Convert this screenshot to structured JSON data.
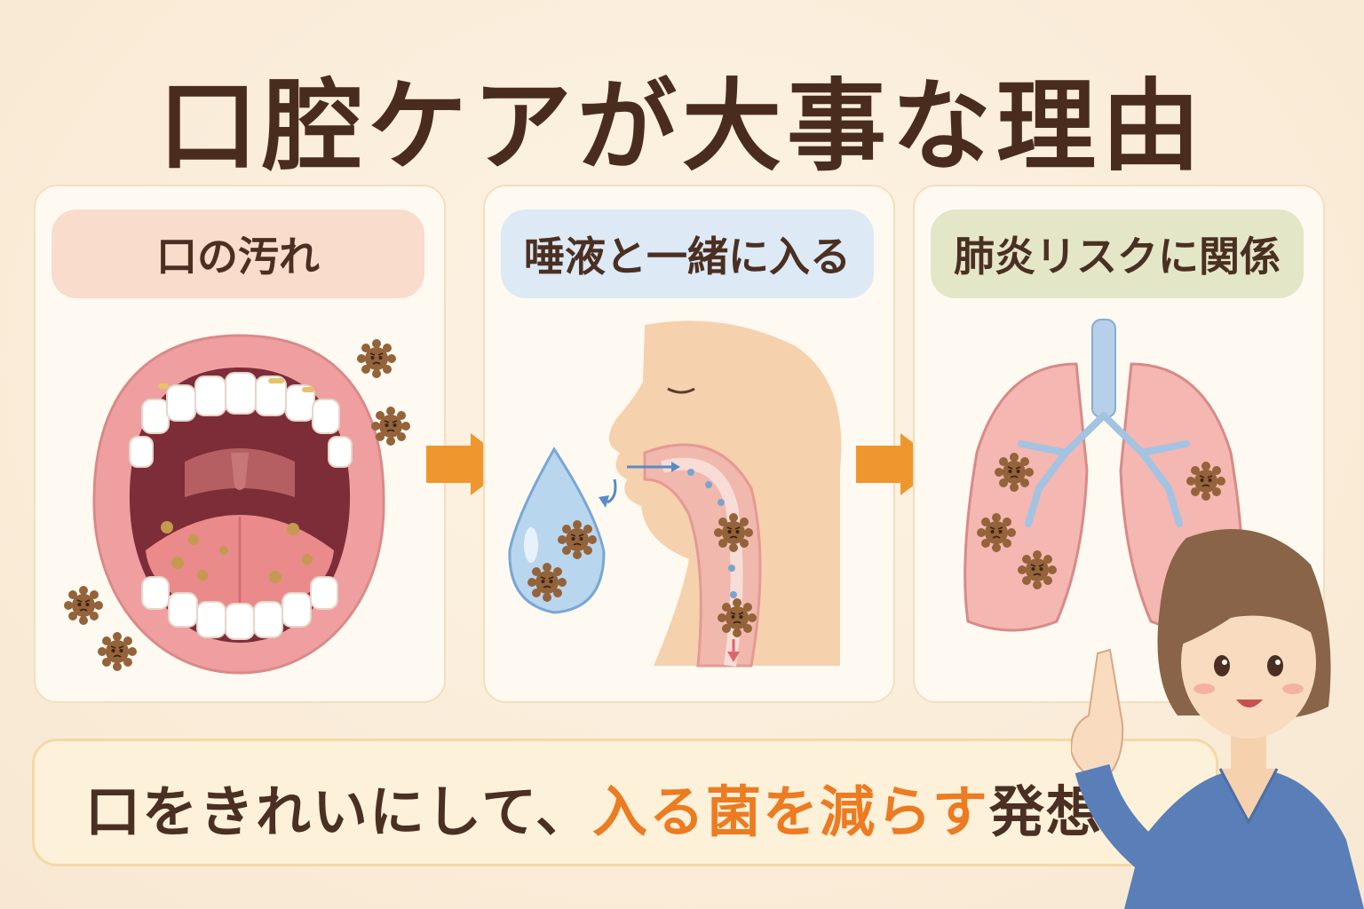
{
  "title": "口腔ケアが大事な理由",
  "panels": [
    {
      "label": "口の汚れ",
      "image": "mouth-with-plaque-and-germs"
    },
    {
      "label": "唾液と一緒に入る",
      "image": "saliva-droplet-entering-throat"
    },
    {
      "label": "肺炎リスクに関係",
      "image": "lungs-with-germs"
    }
  ],
  "arrows": [
    "arrow-right-icon",
    "arrow-right-icon"
  ],
  "bottom": {
    "part1": "口をきれいにして、",
    "highlight": "入る菌を減らす",
    "part2": "発想"
  },
  "colors": {
    "background": "#fdf3e4",
    "title": "#4a2c1f",
    "highlight": "#ec7b22",
    "arrow": "#f0962f",
    "pill_red": "#f9dccc",
    "pill_blue": "#dde9f4",
    "pill_green": "#e3e6c7"
  }
}
